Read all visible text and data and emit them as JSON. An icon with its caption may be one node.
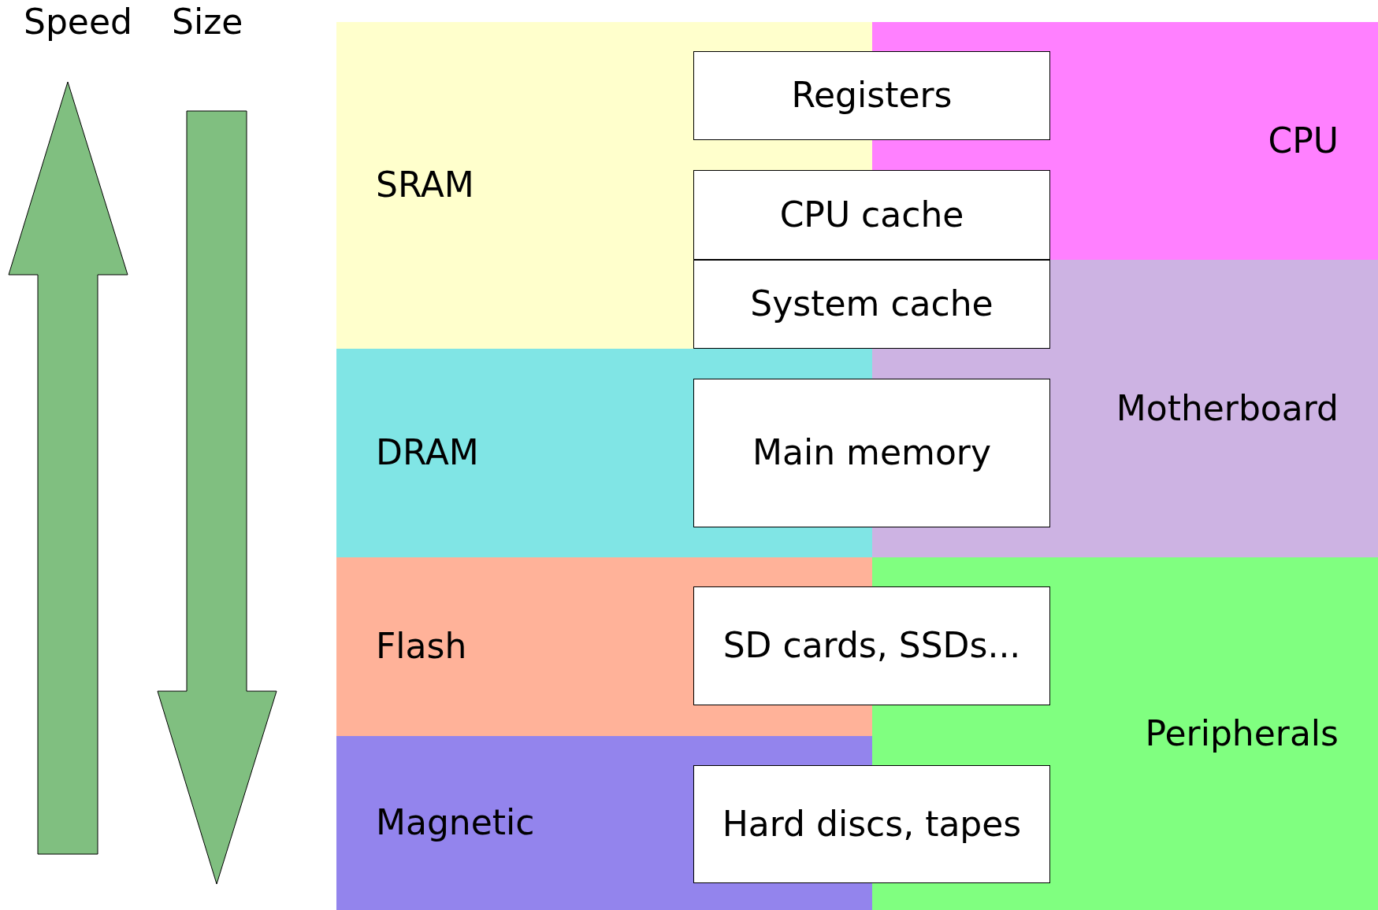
{
  "diagram": {
    "nodes": [
      {
        "text": [
          "SRAM"
        ]
      },
      {
        "text": [
          "CPU"
        ]
      },
      {
        "text": [
          "Registers"
        ]
      },
      {
        "text": [
          "CPU cache"
        ]
      },
      {
        "text": [
          "System cache"
        ]
      },
      {
        "text": [
          "DRAM"
        ]
      },
      {
        "text": [
          "Motherboard"
        ]
      },
      {
        "text": [
          "Main memory"
        ]
      },
      {
        "text": [
          "Flash"
        ]
      },
      {
        "text": [
          "SD cards, SSDs..."
        ]
      },
      {
        "text": [
          "Peripherals"
        ]
      },
      {
        "text": [
          "Magnetic"
        ]
      },
      {
        "text": [
          "Hard discs, tapes"
        ]
      }
    ],
    "labels": [
      "Speed",
      "Size"
    ]
  }
}
